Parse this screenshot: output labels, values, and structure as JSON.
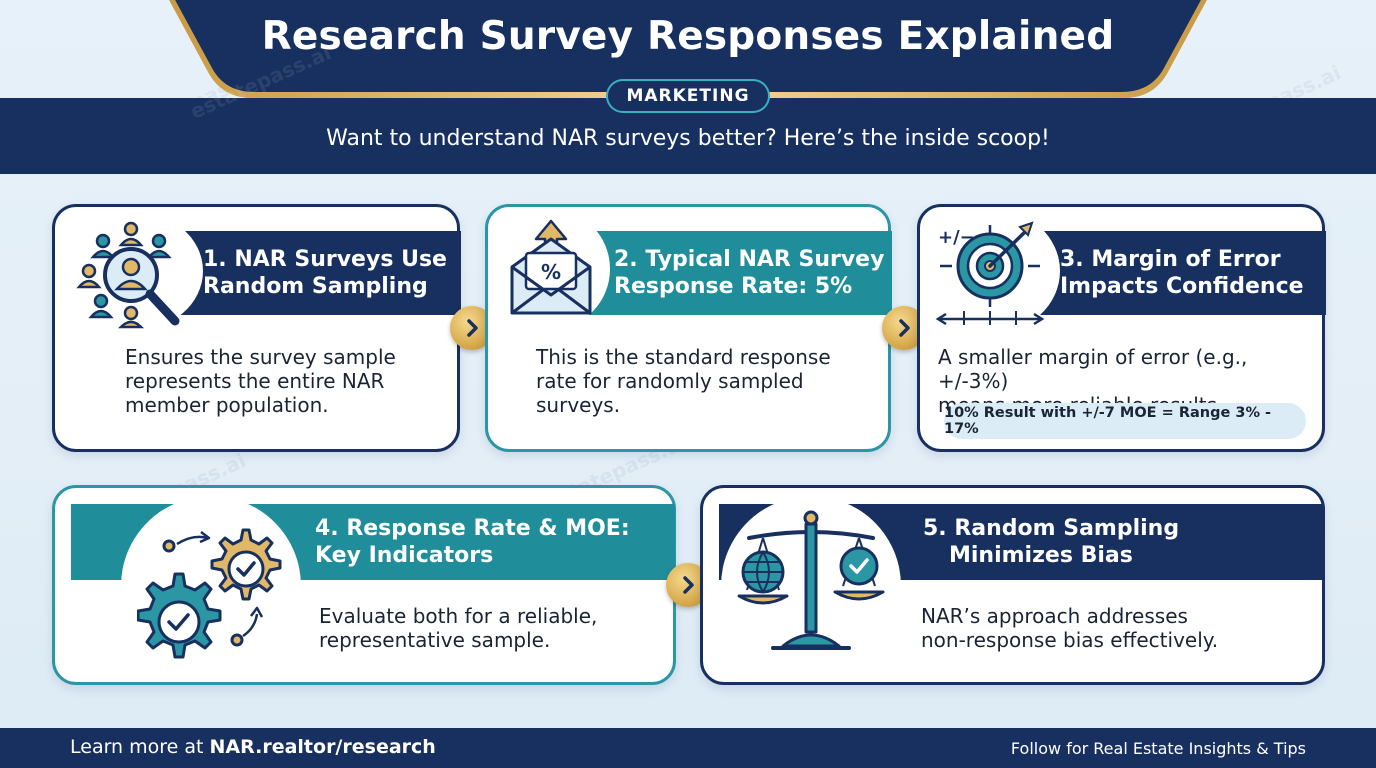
{
  "header": {
    "title": "Research Survey Responses Explained",
    "category": "MARKETING",
    "subtitle": "Want to understand NAR surveys better? Here’s the inside scoop!"
  },
  "watermark": "estatepass.ai",
  "cards": [
    {
      "title_line1": "1. NAR Surveys Use",
      "title_line2": "Random Sampling",
      "body": [
        "Ensures the survey sample",
        "represents the entire NAR",
        "member population."
      ],
      "icon": "people-magnifier-icon"
    },
    {
      "title_line1": "2. Typical NAR Survey",
      "title_line2": "Response Rate: 5%",
      "body": [
        "This is the standard response",
        "rate for randomly sampled",
        "surveys."
      ],
      "icon": "envelope-percent-icon",
      "icon_text": "%"
    },
    {
      "title_line1": "3. Margin of Error",
      "title_line2": "Impacts Confidence",
      "body": [
        "A smaller margin of error (e.g., +/-3%)",
        "means more reliable results."
      ],
      "chip": "10% Result with +/-7 MOE = Range 3% - 17%",
      "icon": "target-dart-icon",
      "icon_text": "+/−"
    },
    {
      "title_line1": "4. Response Rate & MOE:",
      "title_line2": "Key Indicators",
      "body": [
        "Evaluate both for a reliable,",
        "representative sample."
      ],
      "icon": "gears-check-icon"
    },
    {
      "title_line1": "5. Random Sampling",
      "title_line2": "Minimizes Bias",
      "body": [
        "NAR’s approach addresses",
        "non-response bias effectively."
      ],
      "icon": "balance-scale-icon"
    }
  ],
  "footer": {
    "left_prefix": "Learn more at ",
    "left_link": "NAR.realtor/research",
    "right": "Follow for Real Estate Insights & Tips"
  },
  "colors": {
    "navy": "#17305f",
    "teal": "#1f8e9a",
    "gold": "#d9ac4f",
    "background": "#e6f1f9"
  }
}
